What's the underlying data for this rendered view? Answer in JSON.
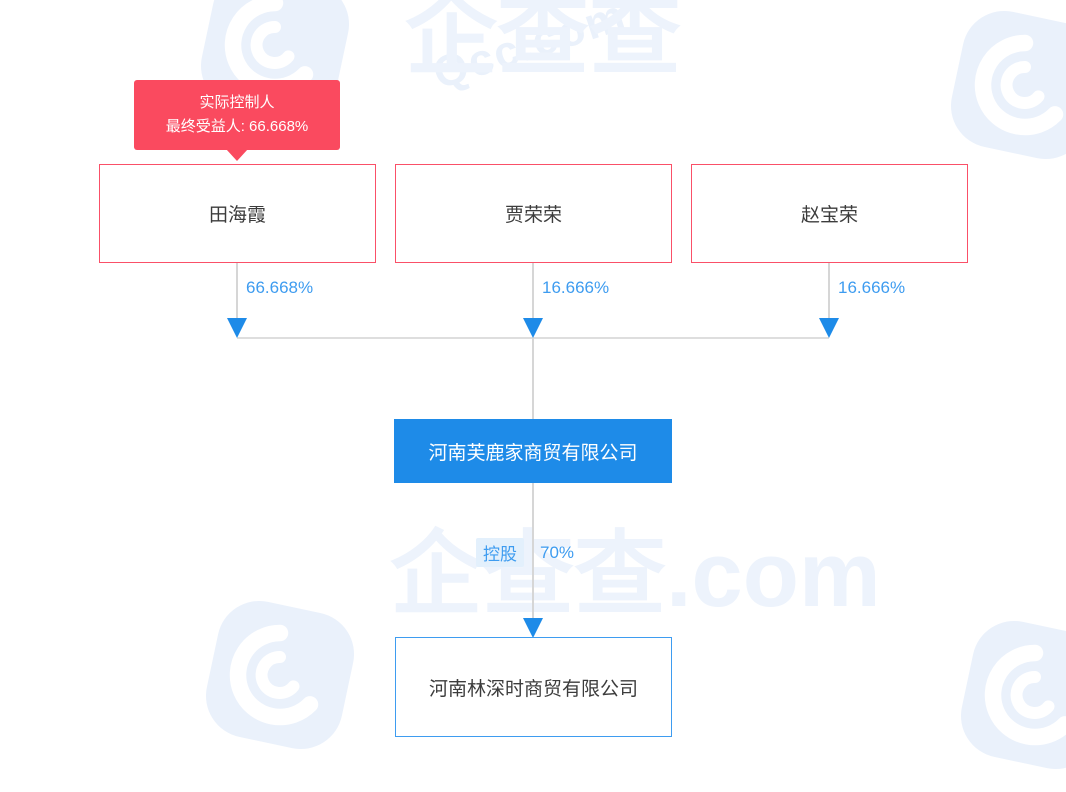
{
  "diagram": {
    "type": "ownership-structure-chart",
    "colors": {
      "accent_blue": "#1e8be8",
      "edge_blue": "#3e9cf0",
      "badge_red": "#fa4a5f",
      "person_border": "#fa5068",
      "line_gray": "#d6d6d6",
      "background": "#ffffff",
      "tag_bg": "#e3f0fc"
    },
    "controller_badge": {
      "title": "实际控制人",
      "beneficiary": "最终受益人: 66.668%"
    },
    "shareholders": [
      {
        "name": "田海霞",
        "percent": "66.668%"
      },
      {
        "name": "贾荣荣",
        "percent": "16.666%"
      },
      {
        "name": "赵宝荣",
        "percent": "16.666%"
      }
    ],
    "main_company": {
      "name": "河南芙鹿家商贸有限公司"
    },
    "subsidiary_edge": {
      "relation_tag": "控股",
      "percent": "70%"
    },
    "subsidiary": {
      "name": "河南林深时商贸有限公司"
    }
  },
  "watermark": {
    "brand_latin": "Qcc.com",
    "brand_cn": "企查查",
    "brand_cn_domain": "企查查.com"
  }
}
